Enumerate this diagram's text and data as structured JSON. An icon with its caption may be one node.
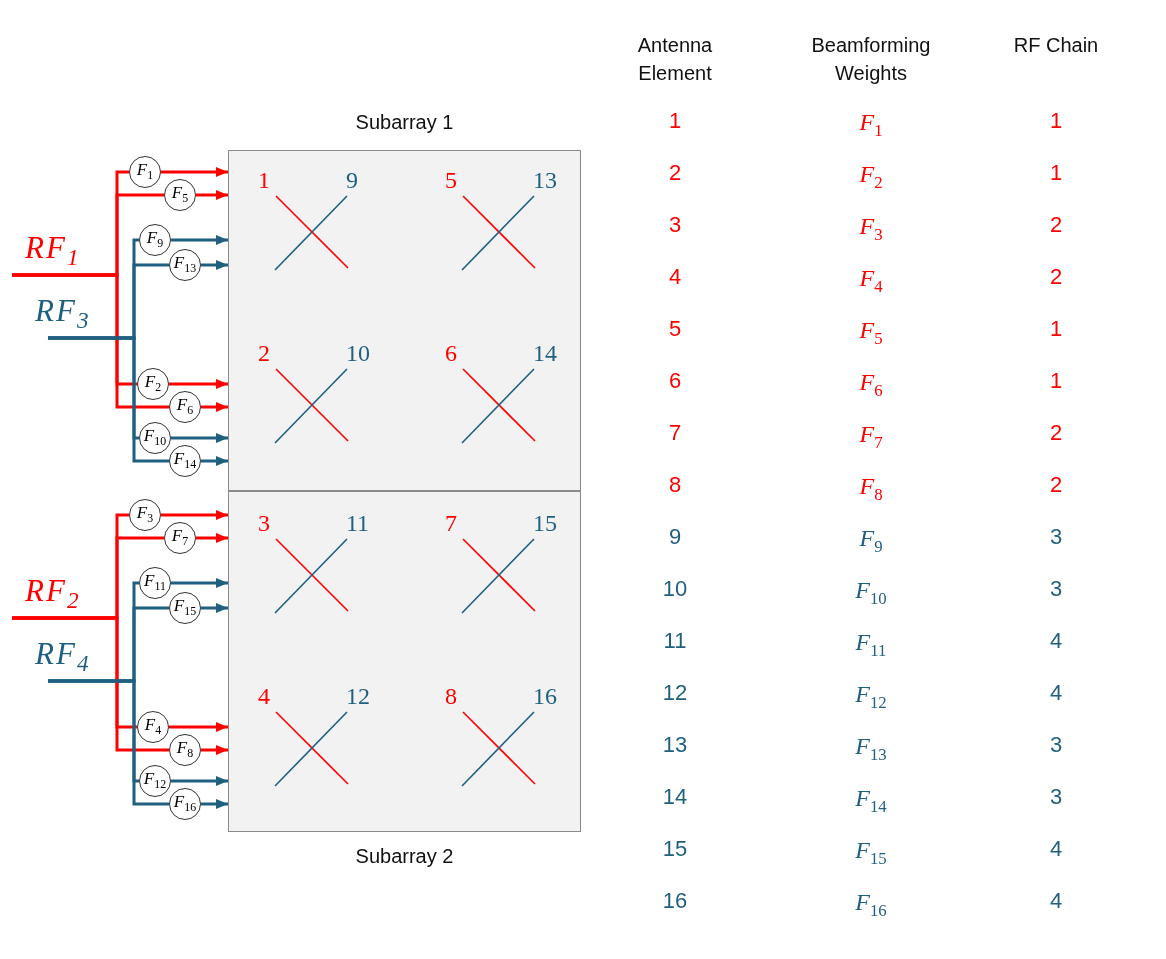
{
  "diagram": {
    "nodes": [
      {
        "text": [
          "Subarray 1"
        ]
      },
      {
        "text": [
          "Subarray 2"
        ]
      },
      {
        "text": [
          "RF$_{1}$"
        ]
      },
      {
        "text": [
          "RF$_{3}$"
        ]
      },
      {
        "text": [
          "RF$_{2}$"
        ]
      },
      {
        "text": [
          "RF$_{4}$"
        ]
      },
      {
        "text": [
          "F$_{1}$"
        ]
      },
      {
        "text": [
          "F$_{5}$"
        ]
      },
      {
        "text": [
          "F$_{9}$"
        ]
      },
      {
        "text": [
          "F$_{13}$"
        ]
      },
      {
        "text": [
          "F$_{2}$"
        ]
      },
      {
        "text": [
          "F$_{6}$"
        ]
      },
      {
        "text": [
          "F$_{10}$"
        ]
      },
      {
        "text": [
          "F$_{14}$"
        ]
      },
      {
        "text": [
          "F$_{3}$"
        ]
      },
      {
        "text": [
          "F$_{7}$"
        ]
      },
      {
        "text": [
          "F$_{11}$"
        ]
      },
      {
        "text": [
          "F$_{15}$"
        ]
      },
      {
        "text": [
          "F$_{4}$"
        ]
      },
      {
        "text": [
          "F$_{8}$"
        ]
      },
      {
        "text": [
          "F$_{12}$"
        ]
      },
      {
        "text": [
          "F$_{16}$"
        ]
      }
    ],
    "edges": [
      {
        "from": 2,
        "to": 6,
        "arrow": "none",
        "color": "#ff0000"
      },
      {
        "from": 6,
        "to": 0,
        "arrow": "to",
        "color": "#ff0000"
      },
      {
        "from": 2,
        "to": 7,
        "arrow": "none",
        "color": "#ff0000"
      },
      {
        "from": 7,
        "to": 0,
        "arrow": "to",
        "color": "#ff0000"
      },
      {
        "from": 3,
        "to": 8,
        "arrow": "none",
        "color": "#1f5f80"
      },
      {
        "from": 8,
        "to": 0,
        "arrow": "to",
        "color": "#1f5f80"
      },
      {
        "from": 3,
        "to": 9,
        "arrow": "none",
        "color": "#1f5f80"
      },
      {
        "from": 9,
        "to": 0,
        "arrow": "to",
        "color": "#1f5f80"
      },
      {
        "from": 2,
        "to": 10,
        "arrow": "none",
        "color": "#ff0000"
      },
      {
        "from": 10,
        "to": 0,
        "arrow": "to",
        "color": "#ff0000"
      },
      {
        "from": 2,
        "to": 11,
        "arrow": "none",
        "color": "#ff0000"
      },
      {
        "from": 11,
        "to": 0,
        "arrow": "to",
        "color": "#ff0000"
      },
      {
        "from": 3,
        "to": 12,
        "arrow": "none",
        "color": "#1f5f80"
      },
      {
        "from": 12,
        "to": 0,
        "arrow": "to",
        "color": "#1f5f80"
      },
      {
        "from": 3,
        "to": 13,
        "arrow": "none",
        "color": "#1f5f80"
      },
      {
        "from": 13,
        "to": 0,
        "arrow": "to",
        "color": "#1f5f80"
      },
      {
        "from": 4,
        "to": 14,
        "arrow": "none",
        "color": "#ff0000"
      },
      {
        "from": 14,
        "to": 1,
        "arrow": "to",
        "color": "#ff0000"
      },
      {
        "from": 4,
        "to": 15,
        "arrow": "none",
        "color": "#ff0000"
      },
      {
        "from": 15,
        "to": 1,
        "arrow": "to",
        "color": "#ff0000"
      },
      {
        "from": 5,
        "to": 16,
        "arrow": "none",
        "color": "#1f5f80"
      },
      {
        "from": 16,
        "to": 1,
        "arrow": "to",
        "color": "#1f5f80"
      },
      {
        "from": 5,
        "to": 17,
        "arrow": "none",
        "color": "#1f5f80"
      },
      {
        "from": 17,
        "to": 1,
        "arrow": "to",
        "color": "#1f5f80"
      },
      {
        "from": 4,
        "to": 18,
        "arrow": "none",
        "color": "#ff0000"
      },
      {
        "from": 18,
        "to": 1,
        "arrow": "to",
        "color": "#ff0000"
      },
      {
        "from": 4,
        "to": 19,
        "arrow": "none",
        "color": "#ff0000"
      },
      {
        "from": 19,
        "to": 1,
        "arrow": "to",
        "color": "#ff0000"
      },
      {
        "from": 5,
        "to": 20,
        "arrow": "none",
        "color": "#1f5f80"
      },
      {
        "from": 20,
        "to": 1,
        "arrow": "to",
        "color": "#1f5f80"
      },
      {
        "from": 5,
        "to": 21,
        "arrow": "none",
        "color": "#1f5f80"
      },
      {
        "from": 21,
        "to": 1,
        "arrow": "to",
        "color": "#1f5f80"
      }
    ],
    "labels": [
      "1",
      "9",
      "5",
      "13",
      "2",
      "10",
      "6",
      "14",
      "3",
      "11",
      "7",
      "15",
      "4",
      "12",
      "8",
      "16",
      "Antenna Element",
      "Beamforming Weights",
      "RF Chain",
      "1",
      "F$_{1}$",
      "1",
      "2",
      "F$_{2}$",
      "1",
      "3",
      "F$_{3}$",
      "2",
      "4",
      "F$_{4}$",
      "2",
      "5",
      "F$_{5}$",
      "1",
      "6",
      "F$_{6}$",
      "1",
      "7",
      "F$_{7}$",
      "2",
      "8",
      "F$_{8}$",
      "2",
      "9",
      "F$_{9}$",
      "3",
      "10",
      "F$_{10}$",
      "3",
      "11",
      "F$_{11}$",
      "4",
      "12",
      "F$_{12}$",
      "4",
      "13",
      "F$_{13}$",
      "3",
      "14",
      "F$_{14}$",
      "3",
      "15",
      "F$_{15}$",
      "4",
      "16",
      "F$_{16}$",
      "4"
    ]
  }
}
